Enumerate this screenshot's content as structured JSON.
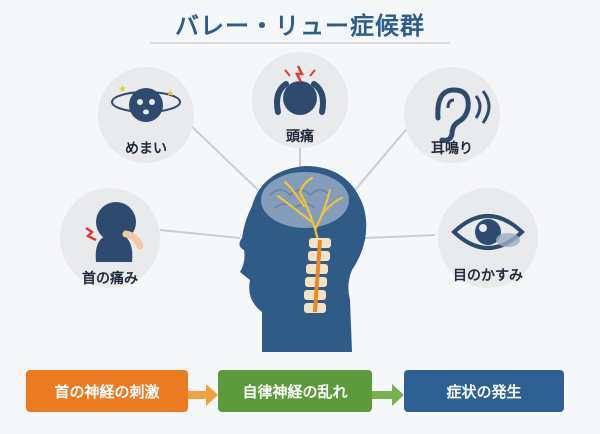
{
  "title": "バレー・リュー症候群",
  "symptoms": {
    "dizziness": "めまい",
    "headache": "頭痛",
    "tinnitus": "耳鳴り",
    "neck_pain": "首の痛み",
    "blurred_vision": "目のかすみ"
  },
  "flow": [
    {
      "label": "首の神経の刺激",
      "color": "#ec7a22"
    },
    {
      "label": "自律神経の乱れ",
      "color": "#5c9a3c"
    },
    {
      "label": "症状の発生",
      "color": "#2e5f93"
    }
  ],
  "colors": {
    "title": "#2c5d8f",
    "circle_fill": "#e9eaec",
    "icon": "#2e4a6e",
    "nerve": "#f3c23a",
    "spine": "#e58a2b",
    "head": "#2f5b86"
  },
  "icons": [
    "dizzy-face-icon",
    "headache-icon",
    "ear-icon",
    "neck-pain-icon",
    "eye-icon"
  ]
}
